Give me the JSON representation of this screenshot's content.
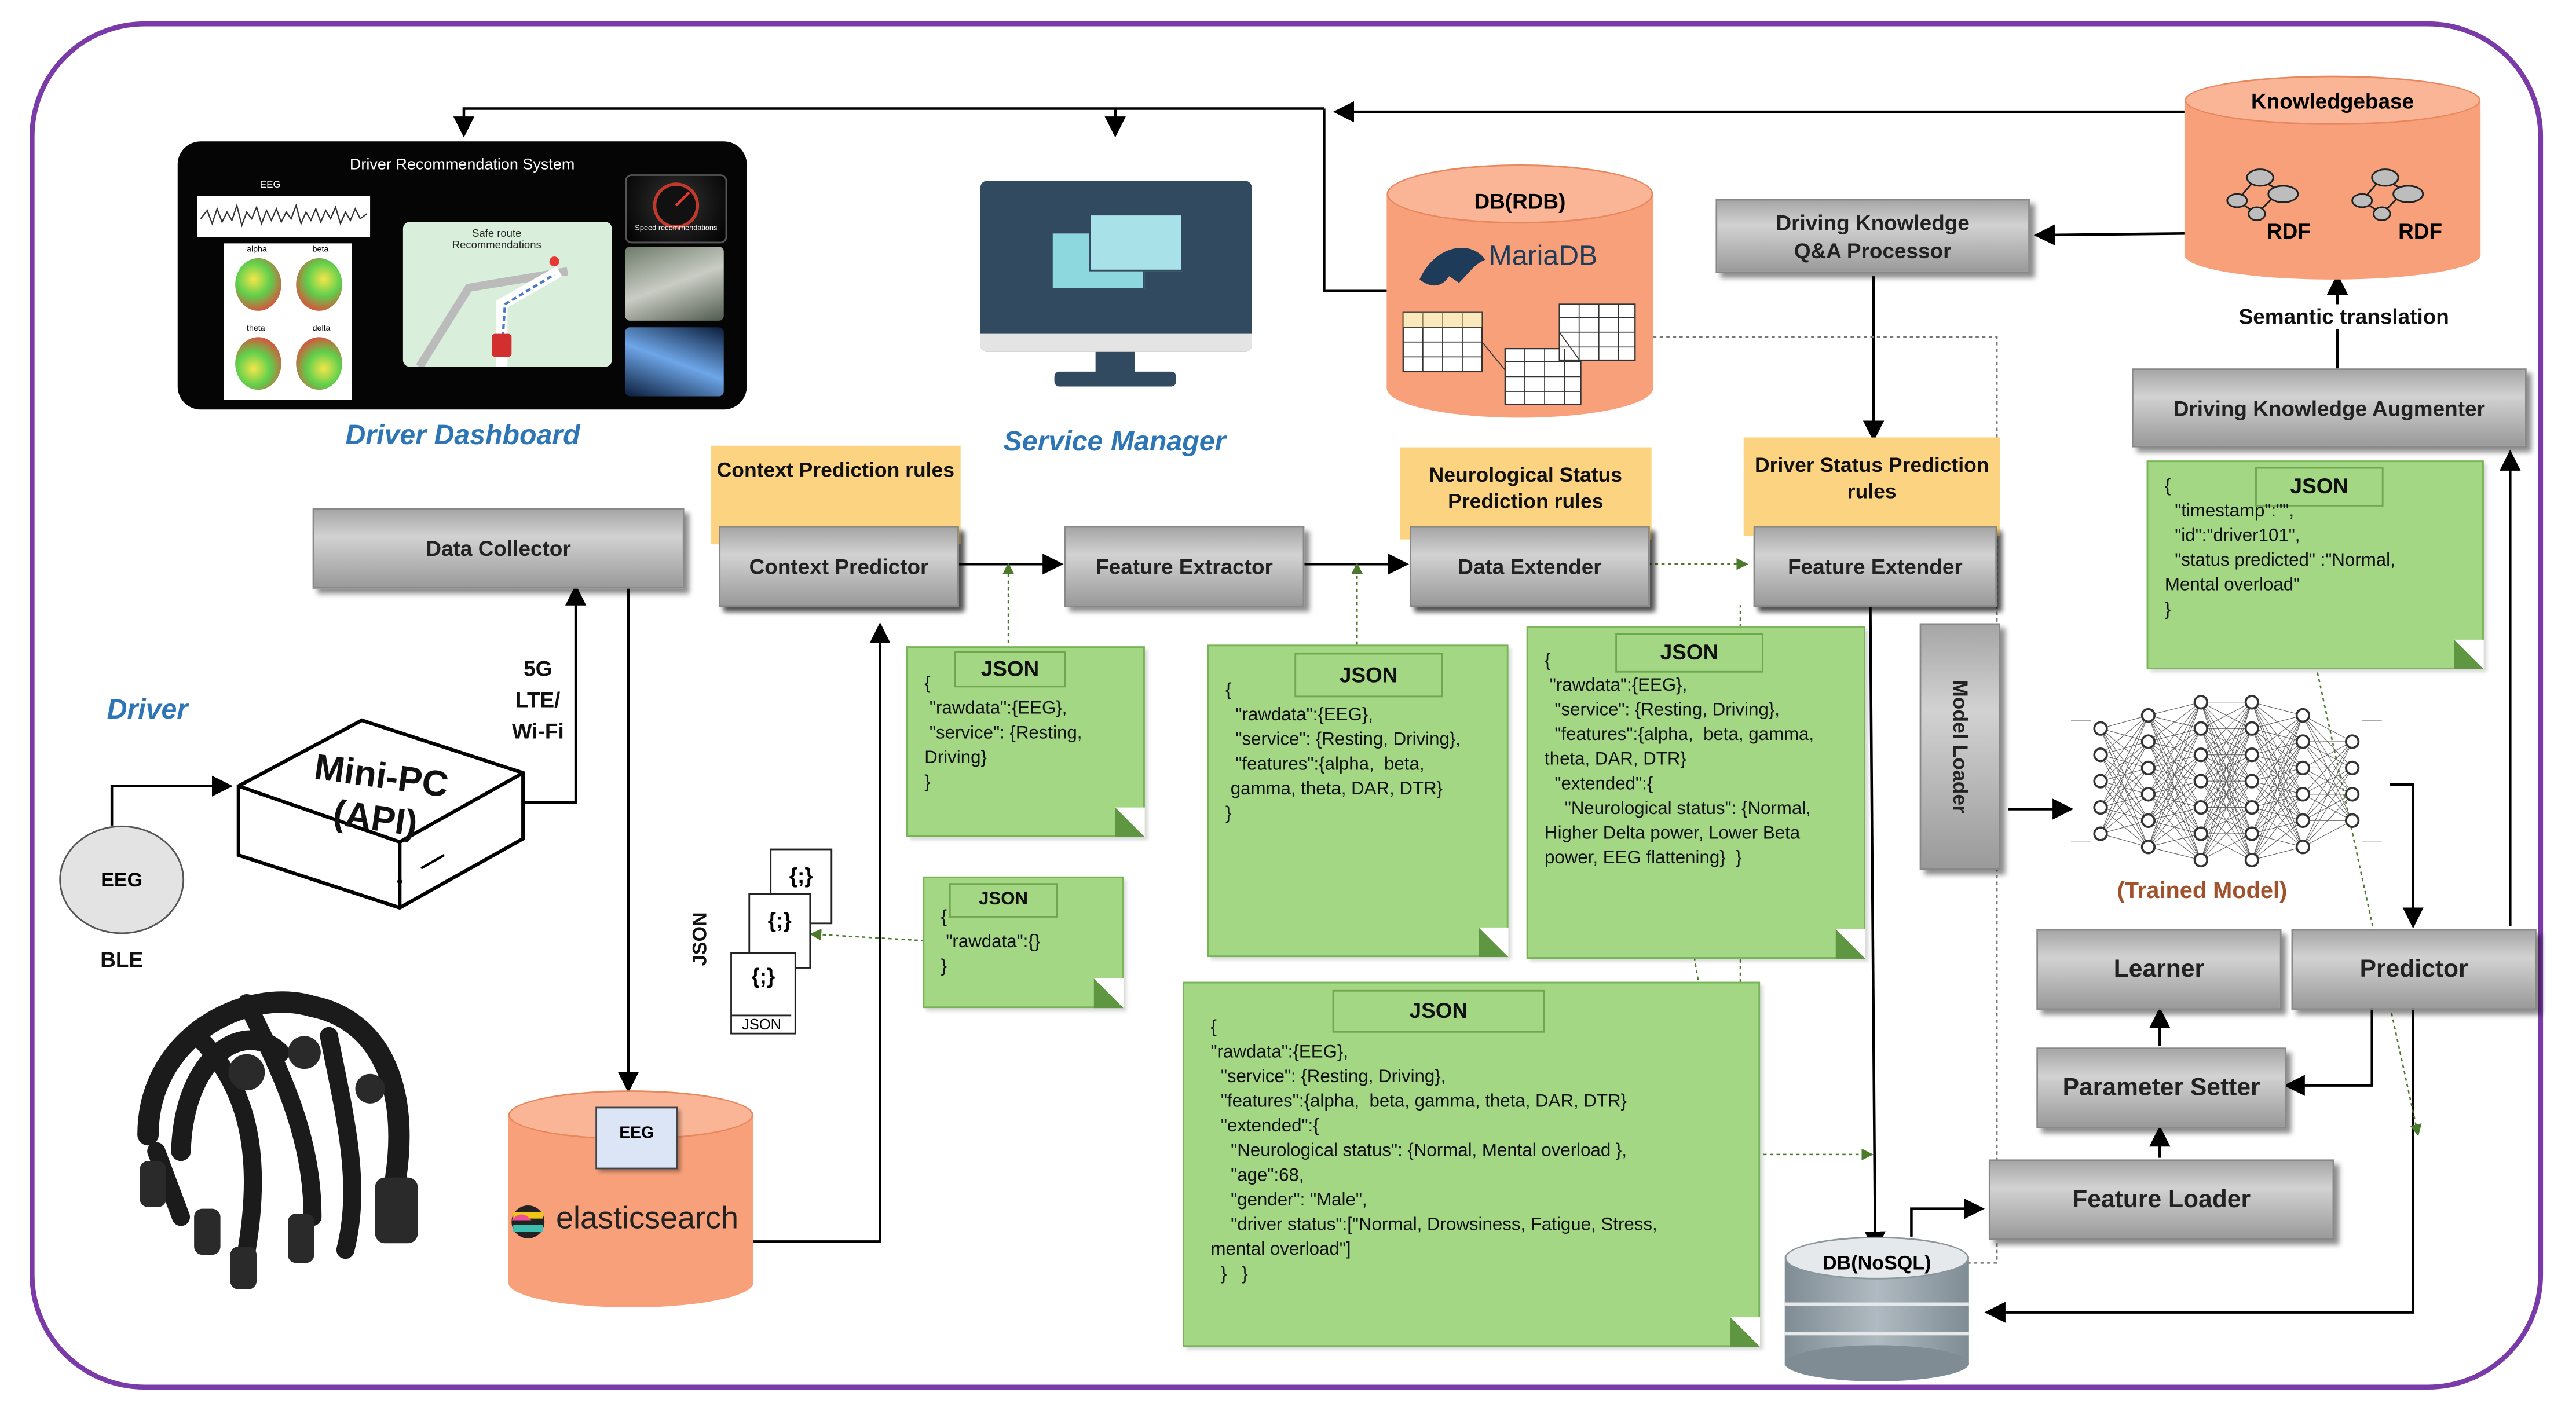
{
  "dashboard": {
    "title": "Driver Recommendation System",
    "eeg_label": "EEG",
    "band_labels": [
      "alpha",
      "beta",
      "theta",
      "delta"
    ],
    "map_caption": "Safe route Recommendations",
    "speed_caption": "Speed recommendations",
    "heading": "Driver Dashboard"
  },
  "service_manager": {
    "heading": "Service Manager"
  },
  "db_rdb": {
    "title": "DB(RDB)",
    "brand": "MariaDB"
  },
  "knowledgebase": {
    "title": "Knowledgebase",
    "rdf_labels": [
      "RDF",
      "RDF"
    ]
  },
  "semantic_translation": "Semantic translation",
  "boxes": {
    "qa_processor": "Driving Knowledge Q&A Processor",
    "augmenter": "Driving Knowledge Augmenter",
    "data_collector": "Data Collector",
    "context_predictor": "Context Predictor",
    "feature_extractor": "Feature Extractor",
    "data_extender": "Data Extender",
    "feature_extender": "Feature Extender",
    "model_loader": "Model Loader",
    "learner": "Learner",
    "predictor": "Predictor",
    "parameter_setter": "Parameter Setter",
    "feature_loader": "Feature Loader"
  },
  "rules": {
    "context": "Context  Prediction rules",
    "neuro": "Neurological Status Prediction rules",
    "driver": "Driver Status Prediction rules"
  },
  "driver": {
    "heading": "Driver",
    "minipc": "Mini-PC (API)",
    "eeg": "EEG",
    "ble": "BLE",
    "network": "5G LTE/ Wi-Fi"
  },
  "elastic": {
    "tag": "EEG",
    "brand": "elasticsearch"
  },
  "json_icons": {
    "side_label": "JSON",
    "file_glyph": "{;}",
    "file_label": "JSON"
  },
  "trained_model": "(Trained Model)",
  "db_nosql": "DB(NoSQL)",
  "notes": {
    "n1": {
      "tag": "JSON",
      "text": "{\n \"rawdata\":{EEG},\n \"service\": {Resting,\nDriving}\n}"
    },
    "n2": {
      "tag": "JSON",
      "text": "{\n \"rawdata\":{}\n}"
    },
    "n3": {
      "tag": "JSON",
      "text": "{\n  \"rawdata\":{EEG},\n  \"service\": {Resting, Driving},\n  \"features\":{alpha,  beta,\n gamma, theta, DAR, DTR}\n}"
    },
    "n4": {
      "tag": "JSON",
      "text": "{\n \"rawdata\":{EEG},\n  \"service\": {Resting, Driving},\n  \"features\":{alpha,  beta, gamma,\ntheta, DAR, DTR}\n  \"extended\":{\n    \"Neurological status\": {Normal,\nHigher Delta power, Lower Beta\npower, EEG flattening}  }"
    },
    "n5": {
      "tag": "JSON",
      "text": "{\n\"rawdata\":{EEG},\n  \"service\": {Resting, Driving},\n  \"features\":{alpha,  beta, gamma, theta, DAR, DTR}\n  \"extended\":{\n    \"Neurological status\": {Normal, Mental overload },\n    \"age\":68,\n    \"gender\": \"Male\",\n    \"driver status\":[\"Normal, Drowsiness, Fatigue, Stress,\nmental overload\"]\n  }   }"
    },
    "n6": {
      "tag": "JSON",
      "text": "{\n  \"timestamp\":\"\",\n  \"id\":\"driver101\",\n  \"status predicted\" :\"Normal,\nMental overload\"\n}"
    }
  },
  "colors": {
    "frame": "#7a3aa8",
    "accent_blue": "#2e75b6",
    "note_green": "#a3d784",
    "rule_yellow": "#fcd481",
    "db_salmon": "#f7a07a",
    "trained_brown": "#a0522d"
  }
}
